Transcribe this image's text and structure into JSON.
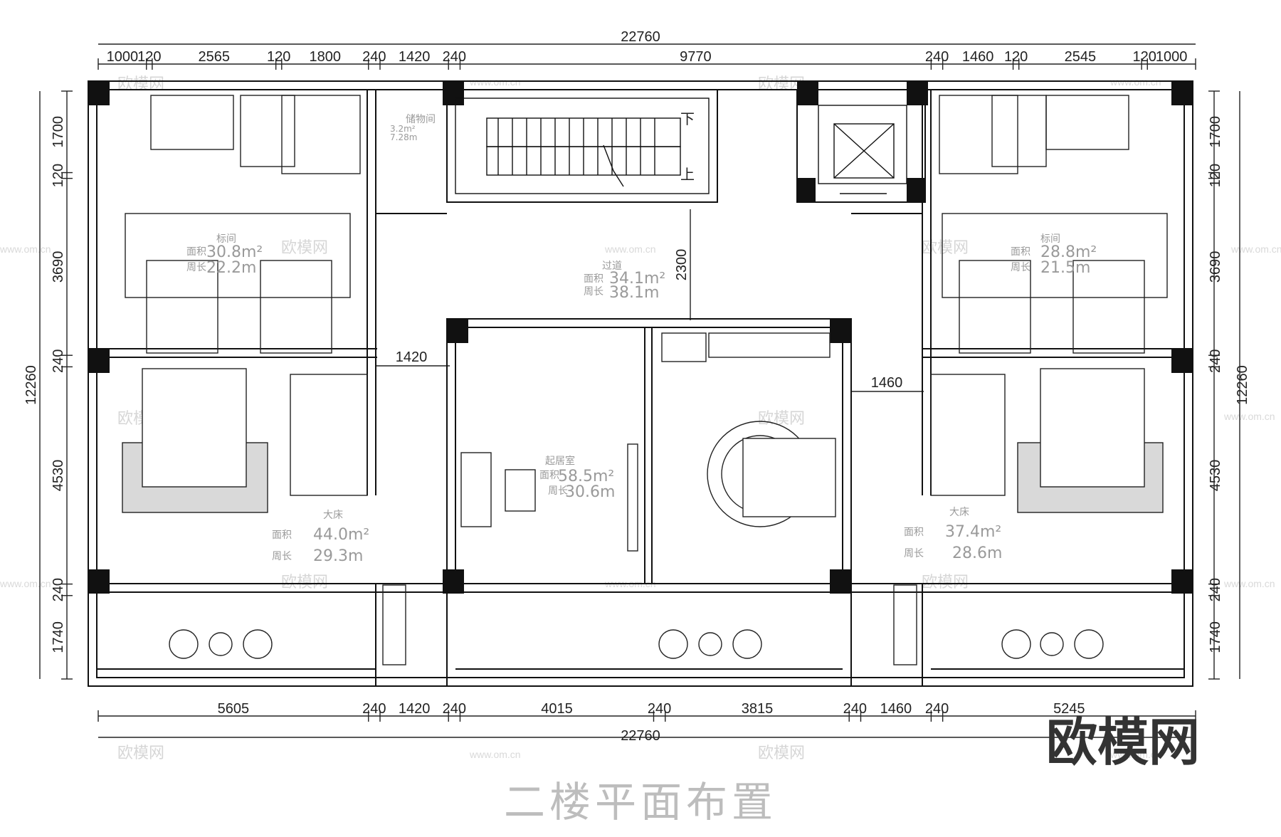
{
  "title": "二楼平面布置",
  "brand": "欧模网",
  "watermark": {
    "brand": "欧模网",
    "url": "www.om.cn"
  },
  "dims_top_total": "22760",
  "dims_top": [
    "1000",
    "120",
    "2565",
    "120",
    "1800",
    "240",
    "1420",
    "240",
    "9770",
    "240",
    "1460",
    "120",
    "2545",
    "120",
    "1000"
  ],
  "dims_bottom": [
    "5605",
    "240",
    "1420",
    "240",
    "4015",
    "240",
    "3815",
    "240",
    "1460",
    "240",
    "5245"
  ],
  "dims_bottom_total": "22760",
  "dims_left_total": "12260",
  "dims_left": [
    "1700",
    "120",
    "3690",
    "240",
    "4530",
    "240",
    "1740"
  ],
  "dims_right_total": "12260",
  "dims_right": [
    "1700",
    "120",
    "3690",
    "240",
    "4530",
    "240",
    "1740"
  ],
  "inner_dims": {
    "corridor_h": "2300",
    "gap_left": "1420",
    "gap_right": "1460"
  },
  "stair_marks": {
    "down": "下",
    "up": "上"
  },
  "rooms": {
    "storage": {
      "name": "储物间",
      "area": "3.2m²",
      "perimeter": "7.28m"
    },
    "twin_left": {
      "name": "标间",
      "area_label": "面积",
      "area": "30.8m²",
      "perimeter_label": "周长",
      "perimeter": "22.2m"
    },
    "twin_right": {
      "name": "标间",
      "area_label": "面积",
      "area": "28.8m²",
      "perimeter_label": "周长",
      "perimeter": "21.5m"
    },
    "corridor": {
      "name": "过道",
      "area_label": "面积",
      "area": "34.1m²",
      "perimeter_label": "周长",
      "perimeter": "38.1m"
    },
    "living": {
      "name": "起居室",
      "area_label": "面积",
      "area": "58.5m²",
      "perimeter_label": "周长",
      "perimeter": "30.6m"
    },
    "king_left": {
      "name": "大床",
      "area_label": "面积",
      "area": "44.0m²",
      "perimeter_label": "周长",
      "perimeter": "29.3m"
    },
    "king_right": {
      "name": "大床",
      "area_label": "面积",
      "area": "37.4m²",
      "perimeter_label": "周长",
      "perimeter": "28.6m"
    }
  }
}
